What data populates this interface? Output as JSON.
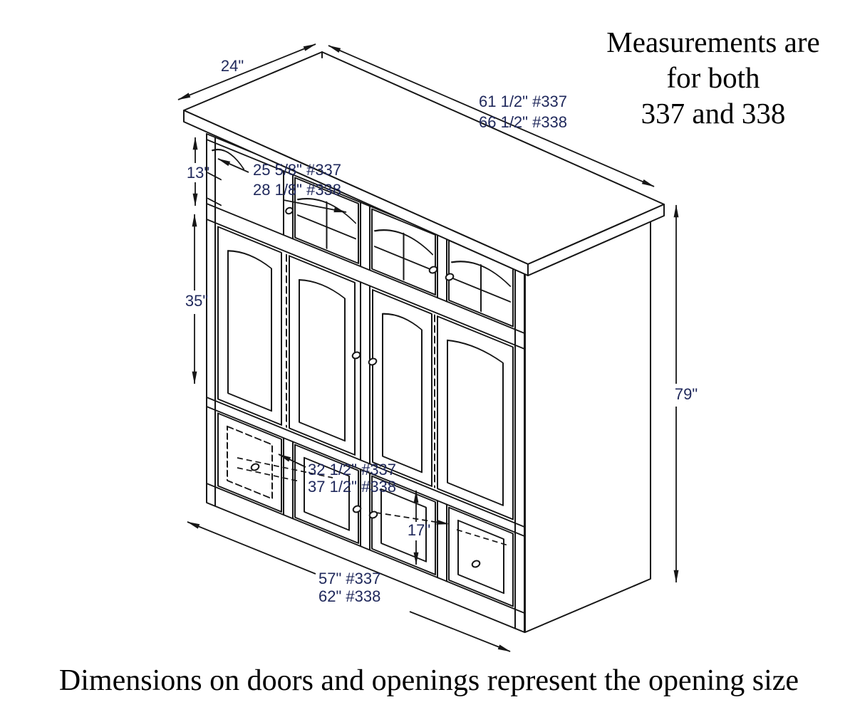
{
  "header_note": {
    "line1": "Measurements are",
    "line2": "for both",
    "line3": "337 and 338"
  },
  "footer_note": "Dimensions on doors and openings represent the opening size",
  "dimensions": {
    "depth": "24\"",
    "top_width_337": "61 1/2\" #337",
    "top_width_338": "66 1/2\" #338",
    "upper_opening_height": "13\"",
    "glass_opening_337": "25 5/8\" #337",
    "glass_opening_338": "28 1/8\" #338",
    "middle_opening_height": "35\"",
    "overall_height": "79\"",
    "lower_opening_337": "32 1/2\" #337",
    "lower_opening_338": "37 1/2\" #338",
    "lower_door_height": "17\"",
    "base_width_337": "57\" #337",
    "base_width_338": "62\" #338"
  },
  "colors": {
    "dimension_text": "#20295c",
    "line_color": "#161616",
    "note_text": "#000000",
    "background": "#ffffff"
  }
}
